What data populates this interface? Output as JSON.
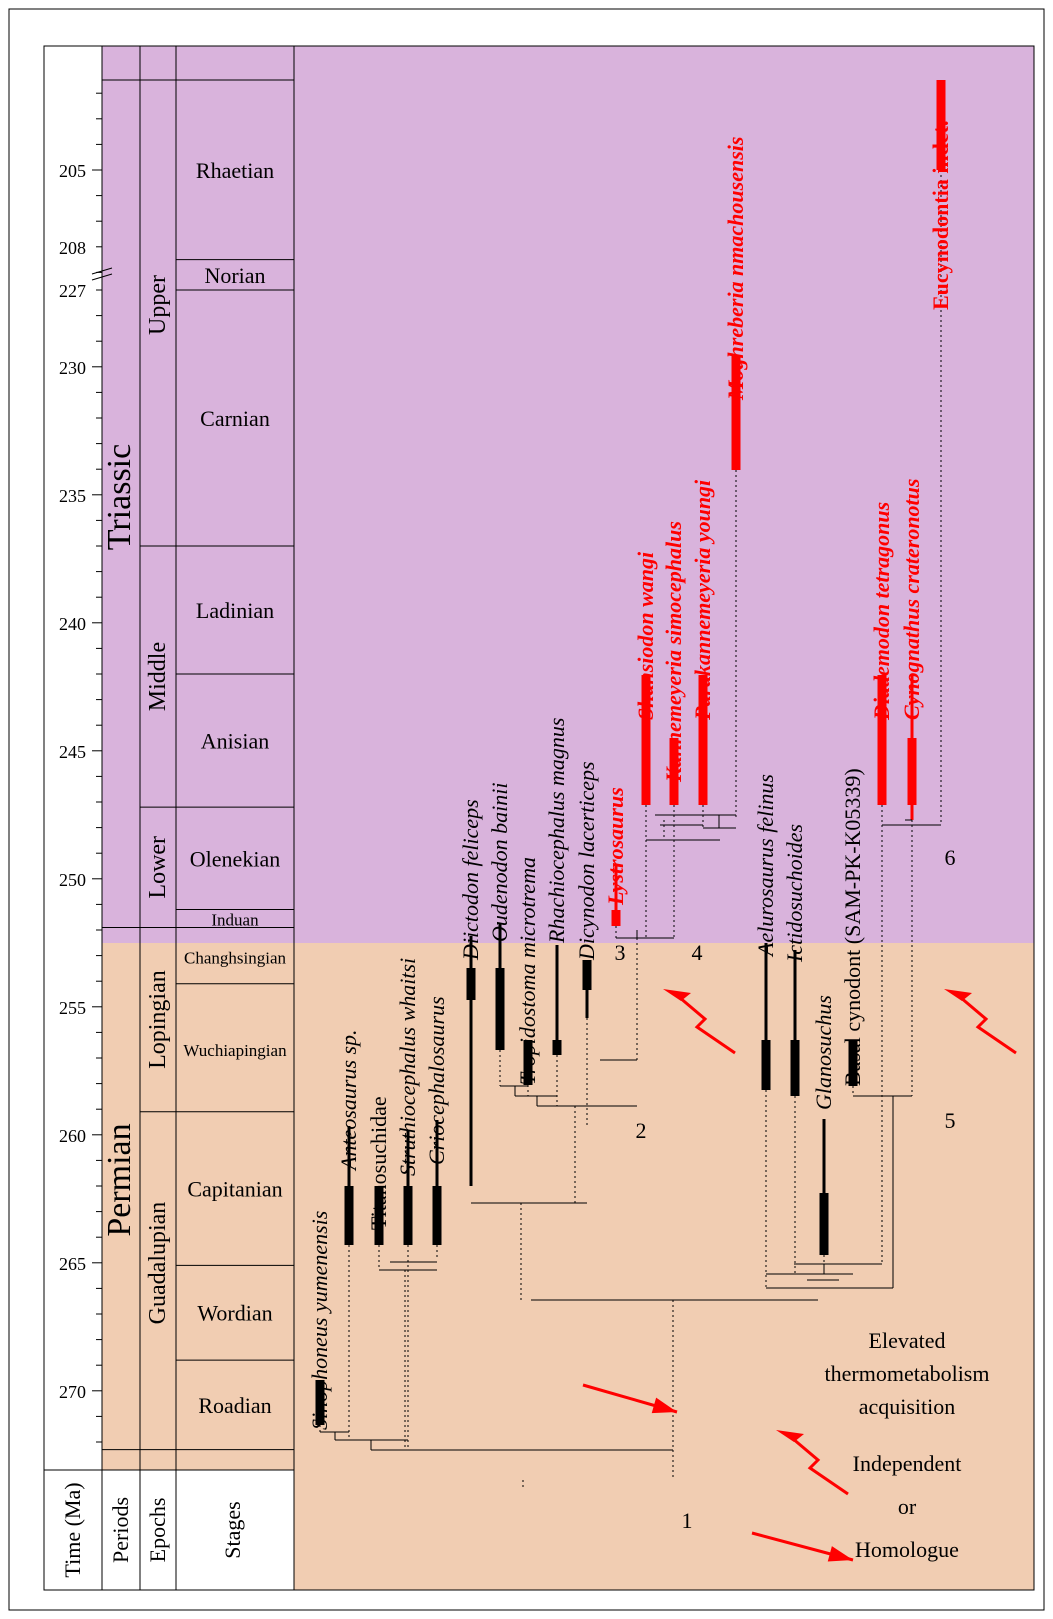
{
  "timescale": {
    "header_labels": {
      "time": "Time (Ma)",
      "periods": "Periods",
      "epochs": "Epochs",
      "stages": "Stages"
    },
    "periods": [
      {
        "name": "Triassic",
        "from": 201.3,
        "to": 251.9
      },
      {
        "name": "Permian",
        "from": 251.9,
        "to": 272.3
      }
    ],
    "epochs": [
      {
        "name": "Upper",
        "from": 201.3,
        "to": 237
      },
      {
        "name": "Middle",
        "from": 237,
        "to": 247.2
      },
      {
        "name": "Lower",
        "from": 247.2,
        "to": 251.9
      },
      {
        "name": "Lopingian",
        "from": 251.9,
        "to": 259.1
      },
      {
        "name": "Guadalupian",
        "from": 259.1,
        "to": 272.3
      }
    ],
    "stages": [
      {
        "name": "Rhaetian",
        "from": 201.3,
        "to": 208.5
      },
      {
        "name": "Norian",
        "from": 208.5,
        "to": 227
      },
      {
        "name": "Carnian",
        "from": 227,
        "to": 237
      },
      {
        "name": "Ladinian",
        "from": 237,
        "to": 242
      },
      {
        "name": "Anisian",
        "from": 242,
        "to": 247.2
      },
      {
        "name": "Olenekian",
        "from": 247.2,
        "to": 251.2
      },
      {
        "name": "Induan",
        "from": 251.2,
        "to": 251.9
      },
      {
        "name": "Changhsingian",
        "from": 251.9,
        "to": 254.1
      },
      {
        "name": "Wuchiapingian",
        "from": 254.1,
        "to": 259.1
      },
      {
        "name": "Capitanian",
        "from": 259.1,
        "to": 265.1
      },
      {
        "name": "Wordian",
        "from": 265.1,
        "to": 268.8
      },
      {
        "name": "Roadian",
        "from": 268.8,
        "to": 272.3
      }
    ],
    "ticks": [
      "205",
      "208",
      "227",
      "230",
      "235",
      "240",
      "245",
      "250",
      "255",
      "260",
      "265",
      "270"
    ]
  },
  "taxa": [
    {
      "name": "Sinophoneus yumenensis",
      "highlight": false
    },
    {
      "name": "Anteosaurus sp.",
      "highlight": false
    },
    {
      "name": "Titanosuchidae",
      "highlight": false
    },
    {
      "name": "Struthiocephalus whaitsi",
      "highlight": false
    },
    {
      "name": "Criocephalosaurus",
      "highlight": false
    },
    {
      "name": "Diictodon feliceps",
      "highlight": false
    },
    {
      "name": "Oudenodon bainii",
      "highlight": false
    },
    {
      "name": "Tropidostoma microtrema",
      "highlight": false
    },
    {
      "name": "Rhachiocephalus magnus",
      "highlight": false
    },
    {
      "name": "Dicynodon lacerticeps",
      "highlight": false
    },
    {
      "name": "Lystrosaurus",
      "highlight": true
    },
    {
      "name": "Shansiodon wangi",
      "highlight": true
    },
    {
      "name": "Kannemeyeria simocephalus",
      "highlight": true
    },
    {
      "name": "Parakannemeyeria youngi",
      "highlight": true
    },
    {
      "name": "Moghreberia nmachousensis",
      "highlight": true
    },
    {
      "name": "Aelurosaurus felinus",
      "highlight": false
    },
    {
      "name": "Ictidosuchoides",
      "highlight": false
    },
    {
      "name": "Glanosuchus",
      "highlight": false
    },
    {
      "name": "Basal cynodont (SAM-PK-K05339)",
      "highlight": false
    },
    {
      "name": "Diademodon tetragonus",
      "highlight": true
    },
    {
      "name": "Cynognathus crateronotus",
      "highlight": true
    },
    {
      "name": "Eucynodontia indet.",
      "highlight": true
    }
  ],
  "node_labels": [
    "1",
    "2",
    "3",
    "4",
    "5",
    "6"
  ],
  "legend": {
    "title": [
      "Elevated",
      "thermometabolism",
      "acquisition"
    ],
    "independent": "Independent",
    "or": "or",
    "homologue": "Homologue"
  },
  "colors": {
    "triassic_bg": "#d9b3dc",
    "permian_bg": "#f1cdb2",
    "highlight": "#ff0000",
    "normal": "#000000"
  }
}
